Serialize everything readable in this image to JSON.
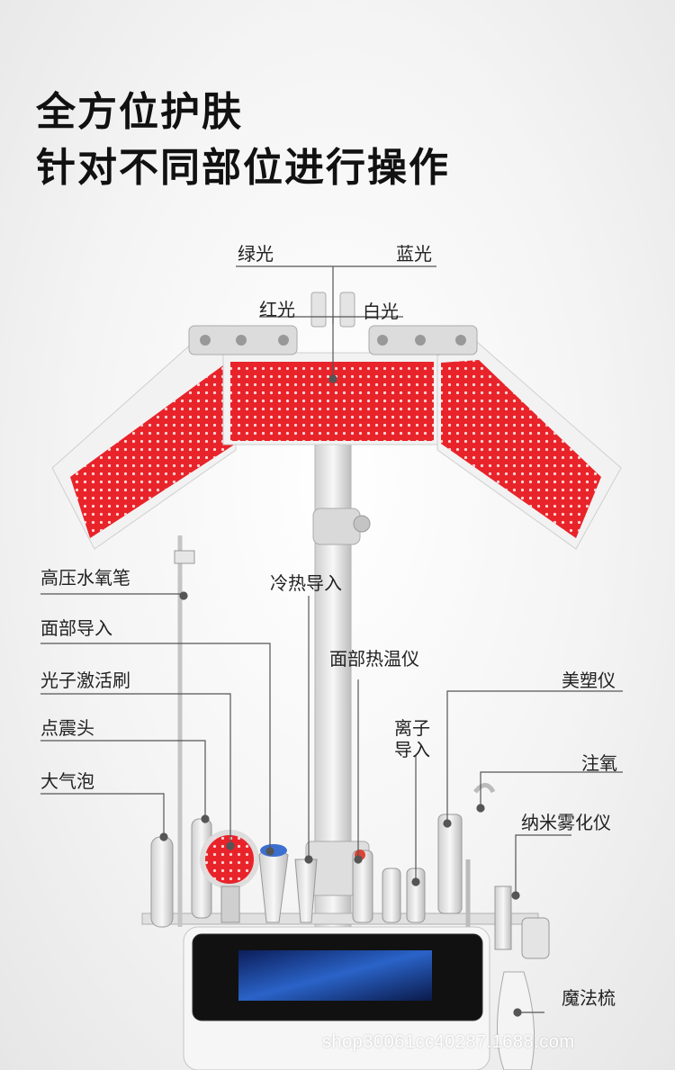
{
  "headline": {
    "line1": "全方位护肤",
    "line2": "针对不同部位进行操作"
  },
  "labels": {
    "green_light": "绿光",
    "blue_light": "蓝光",
    "red_light": "红光",
    "white_light": "白光",
    "high_pressure_oxygen_pen": "高压水氧笔",
    "face_import": "面部导入",
    "photon_brush": "光子激活刷",
    "vibration_head": "点震头",
    "bubble": "大气泡",
    "hot_cold_import": "冷热导入",
    "face_warmer": "面部热温仪",
    "ion_import_line1": "离子",
    "ion_import_line2": "导入",
    "beauty_shaper": "美塑仪",
    "oxygen_injection": "注氧",
    "nano_sprayer": "纳米雾化仪",
    "magic_comb": "魔法梳"
  },
  "watermark": "shop30061cc40287.1688.com",
  "colors": {
    "led_panel": "#e8232a",
    "panel_frame": "#f2f2f2",
    "screen": "#1a3a8c"
  }
}
